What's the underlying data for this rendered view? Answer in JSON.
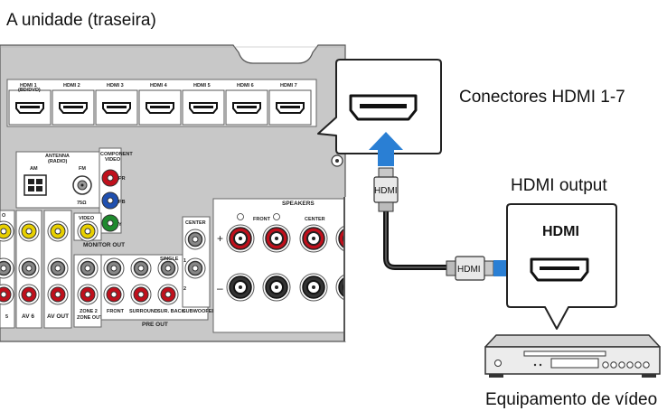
{
  "captions": {
    "unit_rear": "A unidade (traseira)",
    "hdmi_jacks": "Conectores HDMI 1-7",
    "hdmi_output": "HDMI output",
    "video_device": "Equipamento de vídeo"
  },
  "panel": {
    "hdmi_inputs": [
      "HDMI 1",
      "HDMI 2",
      "HDMI 3",
      "HDMI 4",
      "HDMI 5",
      "HDMI 6",
      "HDMI 7"
    ],
    "hdmi1_sub": "(BD/DVD)",
    "antenna": "ANTENNA",
    "antenna_sub": "(RADIO)",
    "am": "AM",
    "fm": "FM",
    "ohm": "75Ω",
    "component_video": "COMPONENT",
    "component_video2": "VIDEO",
    "pr": "PR",
    "pb": "PB",
    "y": "Y",
    "video": "VIDEO",
    "monitor_out": "MONITOR OUT",
    "av6": "AV 6",
    "av_out": "AV OUT",
    "zone2": "ZONE 2",
    "zone_out": "ZONE OUT",
    "front": "FRONT",
    "surround": "SURROUND",
    "sur_back": "SUR. BACK",
    "subwoofer": "SUBWOOFER",
    "pre_out": "PRE OUT",
    "single": "SINGLE",
    "center": "CENTER",
    "speakers": "SPEAKERS",
    "front_spk": "FRONT",
    "center_spk": "CENTER",
    "plus": "+",
    "minus": "–",
    "num1": "1",
    "num2": "2",
    "left_cut": "5",
    "left_cut_top": "O"
  },
  "cable": {
    "plug_top": "HDMI",
    "plug_bottom": "HDMI"
  },
  "device": {
    "jack_label": "HDMI"
  },
  "colors": {
    "panel": "#c8c8c8",
    "arrow": "#2a7fd4",
    "red_jack": "#c0101c",
    "green_jack": "#1f8a2e",
    "blue_jack": "#2050b0",
    "yellow_jack": "#e8d000"
  }
}
